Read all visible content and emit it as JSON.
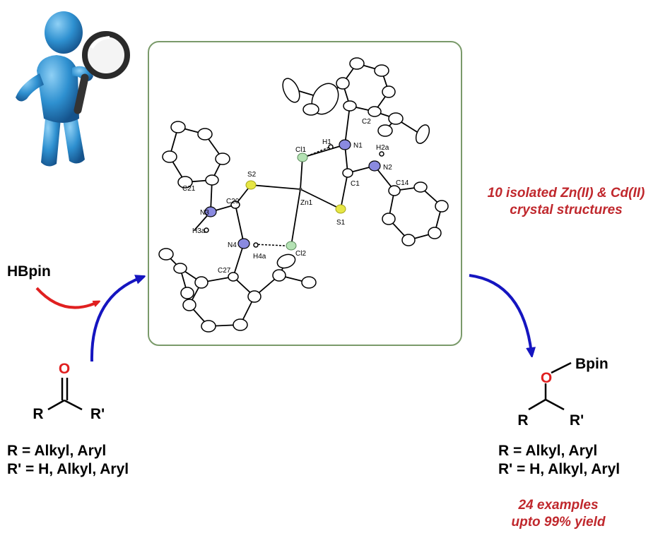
{
  "reagent": "HBpin",
  "substrate": {
    "oxygen": "O",
    "r": "R",
    "r_prime": "R'",
    "definition_line1": "R = Alkyl, Aryl",
    "definition_line2": "R' = H, Alkyl, Aryl"
  },
  "product": {
    "bpin": "Bpin",
    "oxygen": "O",
    "r": "R",
    "r_prime": "R'",
    "definition_line1": "R = Alkyl, Aryl",
    "definition_line2": "R' = H, Alkyl, Aryl"
  },
  "catalyst_note": {
    "line1": "10 isolated Zn(II) & Cd(II)",
    "line2": "crystal structures"
  },
  "results_note": {
    "line1": "24 examples",
    "line2": "upto 99% yield"
  },
  "atom_labels": {
    "cl1": "Cl1",
    "h1": "H1",
    "n1": "N1",
    "c2": "C2",
    "h2a": "H2a",
    "n2": "N2",
    "c1": "C1",
    "c14": "C14",
    "s2": "S2",
    "c21": "C21",
    "c20": "C20",
    "n3": "N3",
    "zn1": "Zn1",
    "s1": "S1",
    "h3a": "H3a",
    "n4": "N4",
    "h4a": "H4a",
    "cl2": "Cl2",
    "c27": "C27"
  },
  "colors": {
    "frame_border": "#7a9a6a",
    "red_text": "#c0282d",
    "red_arrow": "#e02020",
    "blue_arrow": "#1515c0",
    "sulfur": "#e6e645",
    "chlorine": "#b4e2b4",
    "nitrogen": "#8a8ae0",
    "figure_blue": "#2e90d0"
  }
}
